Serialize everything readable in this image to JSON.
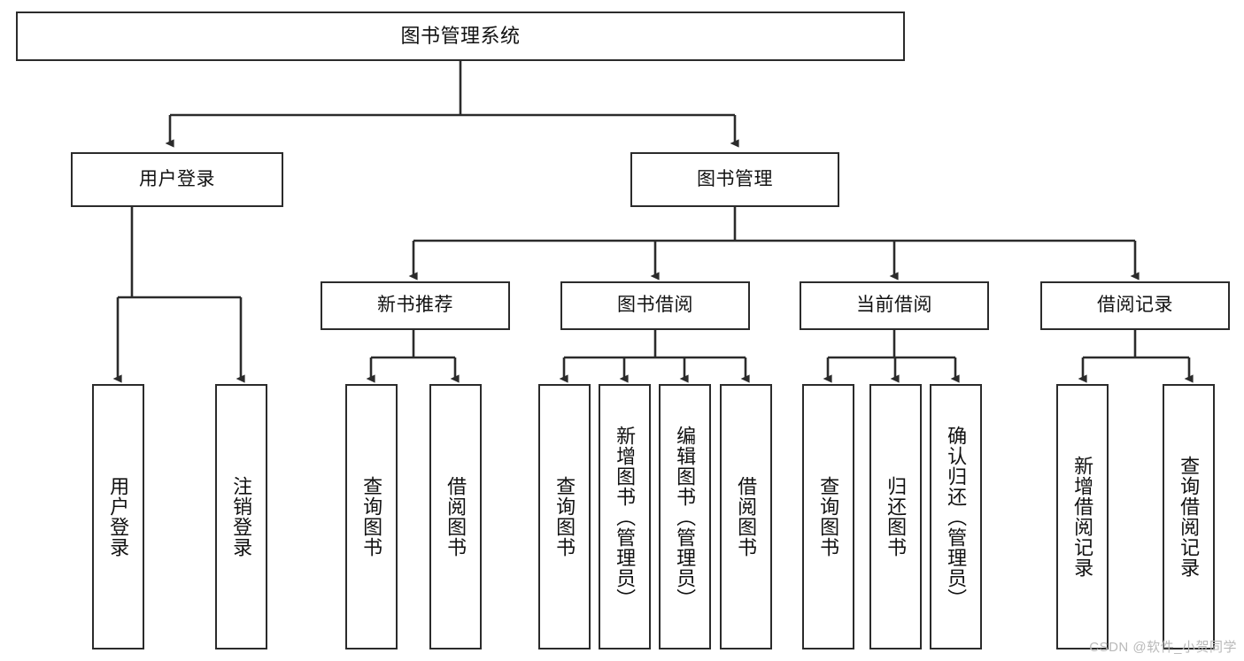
{
  "diagram": {
    "type": "hierarchy-tree",
    "title": "图书管理系统",
    "watermark": "CSDN @软件_小贺同学",
    "nodes": {
      "root": {
        "label": "图书管理系统"
      },
      "level2": [
        {
          "id": "user-login",
          "label": "用户登录"
        },
        {
          "id": "book-manage",
          "label": "图书管理"
        }
      ],
      "level3": [
        {
          "id": "new-book-recommend",
          "label": "新书推荐"
        },
        {
          "id": "book-borrow",
          "label": "图书借阅"
        },
        {
          "id": "current-borrow",
          "label": "当前借阅"
        },
        {
          "id": "borrow-record",
          "label": "借阅记录"
        }
      ],
      "leaves": [
        {
          "id": "leaf-user-login",
          "parent": "user-login",
          "label": "用户登录"
        },
        {
          "id": "leaf-logout-login",
          "parent": "user-login",
          "label": "注销登录"
        },
        {
          "id": "leaf-query-book-1",
          "parent": "new-book-recommend",
          "label": "查询图书"
        },
        {
          "id": "leaf-borrow-book-1",
          "parent": "new-book-recommend",
          "label": "借阅图书"
        },
        {
          "id": "leaf-query-book-2",
          "parent": "book-borrow",
          "label": "查询图书"
        },
        {
          "id": "leaf-add-book-admin",
          "parent": "book-borrow",
          "label": "新增图书（管理员）"
        },
        {
          "id": "leaf-edit-book-admin",
          "parent": "book-borrow",
          "label": "编辑图书（管理员）"
        },
        {
          "id": "leaf-borrow-book-2",
          "parent": "book-borrow",
          "label": "借阅图书"
        },
        {
          "id": "leaf-query-book-3",
          "parent": "current-borrow",
          "label": "查询图书"
        },
        {
          "id": "leaf-return-book",
          "parent": "current-borrow",
          "label": "归还图书"
        },
        {
          "id": "leaf-confirm-return-admin",
          "parent": "current-borrow",
          "label": "确认归还（管理员）"
        },
        {
          "id": "leaf-add-record",
          "parent": "borrow-record",
          "label": "新增借阅记录"
        },
        {
          "id": "leaf-query-record",
          "parent": "borrow-record",
          "label": "查询借阅记录"
        }
      ]
    },
    "style": {
      "stroke": "#2b2b2b",
      "fill": "#ffffff",
      "text": "#111111",
      "watermark_color": "#b9b9b9"
    }
  }
}
